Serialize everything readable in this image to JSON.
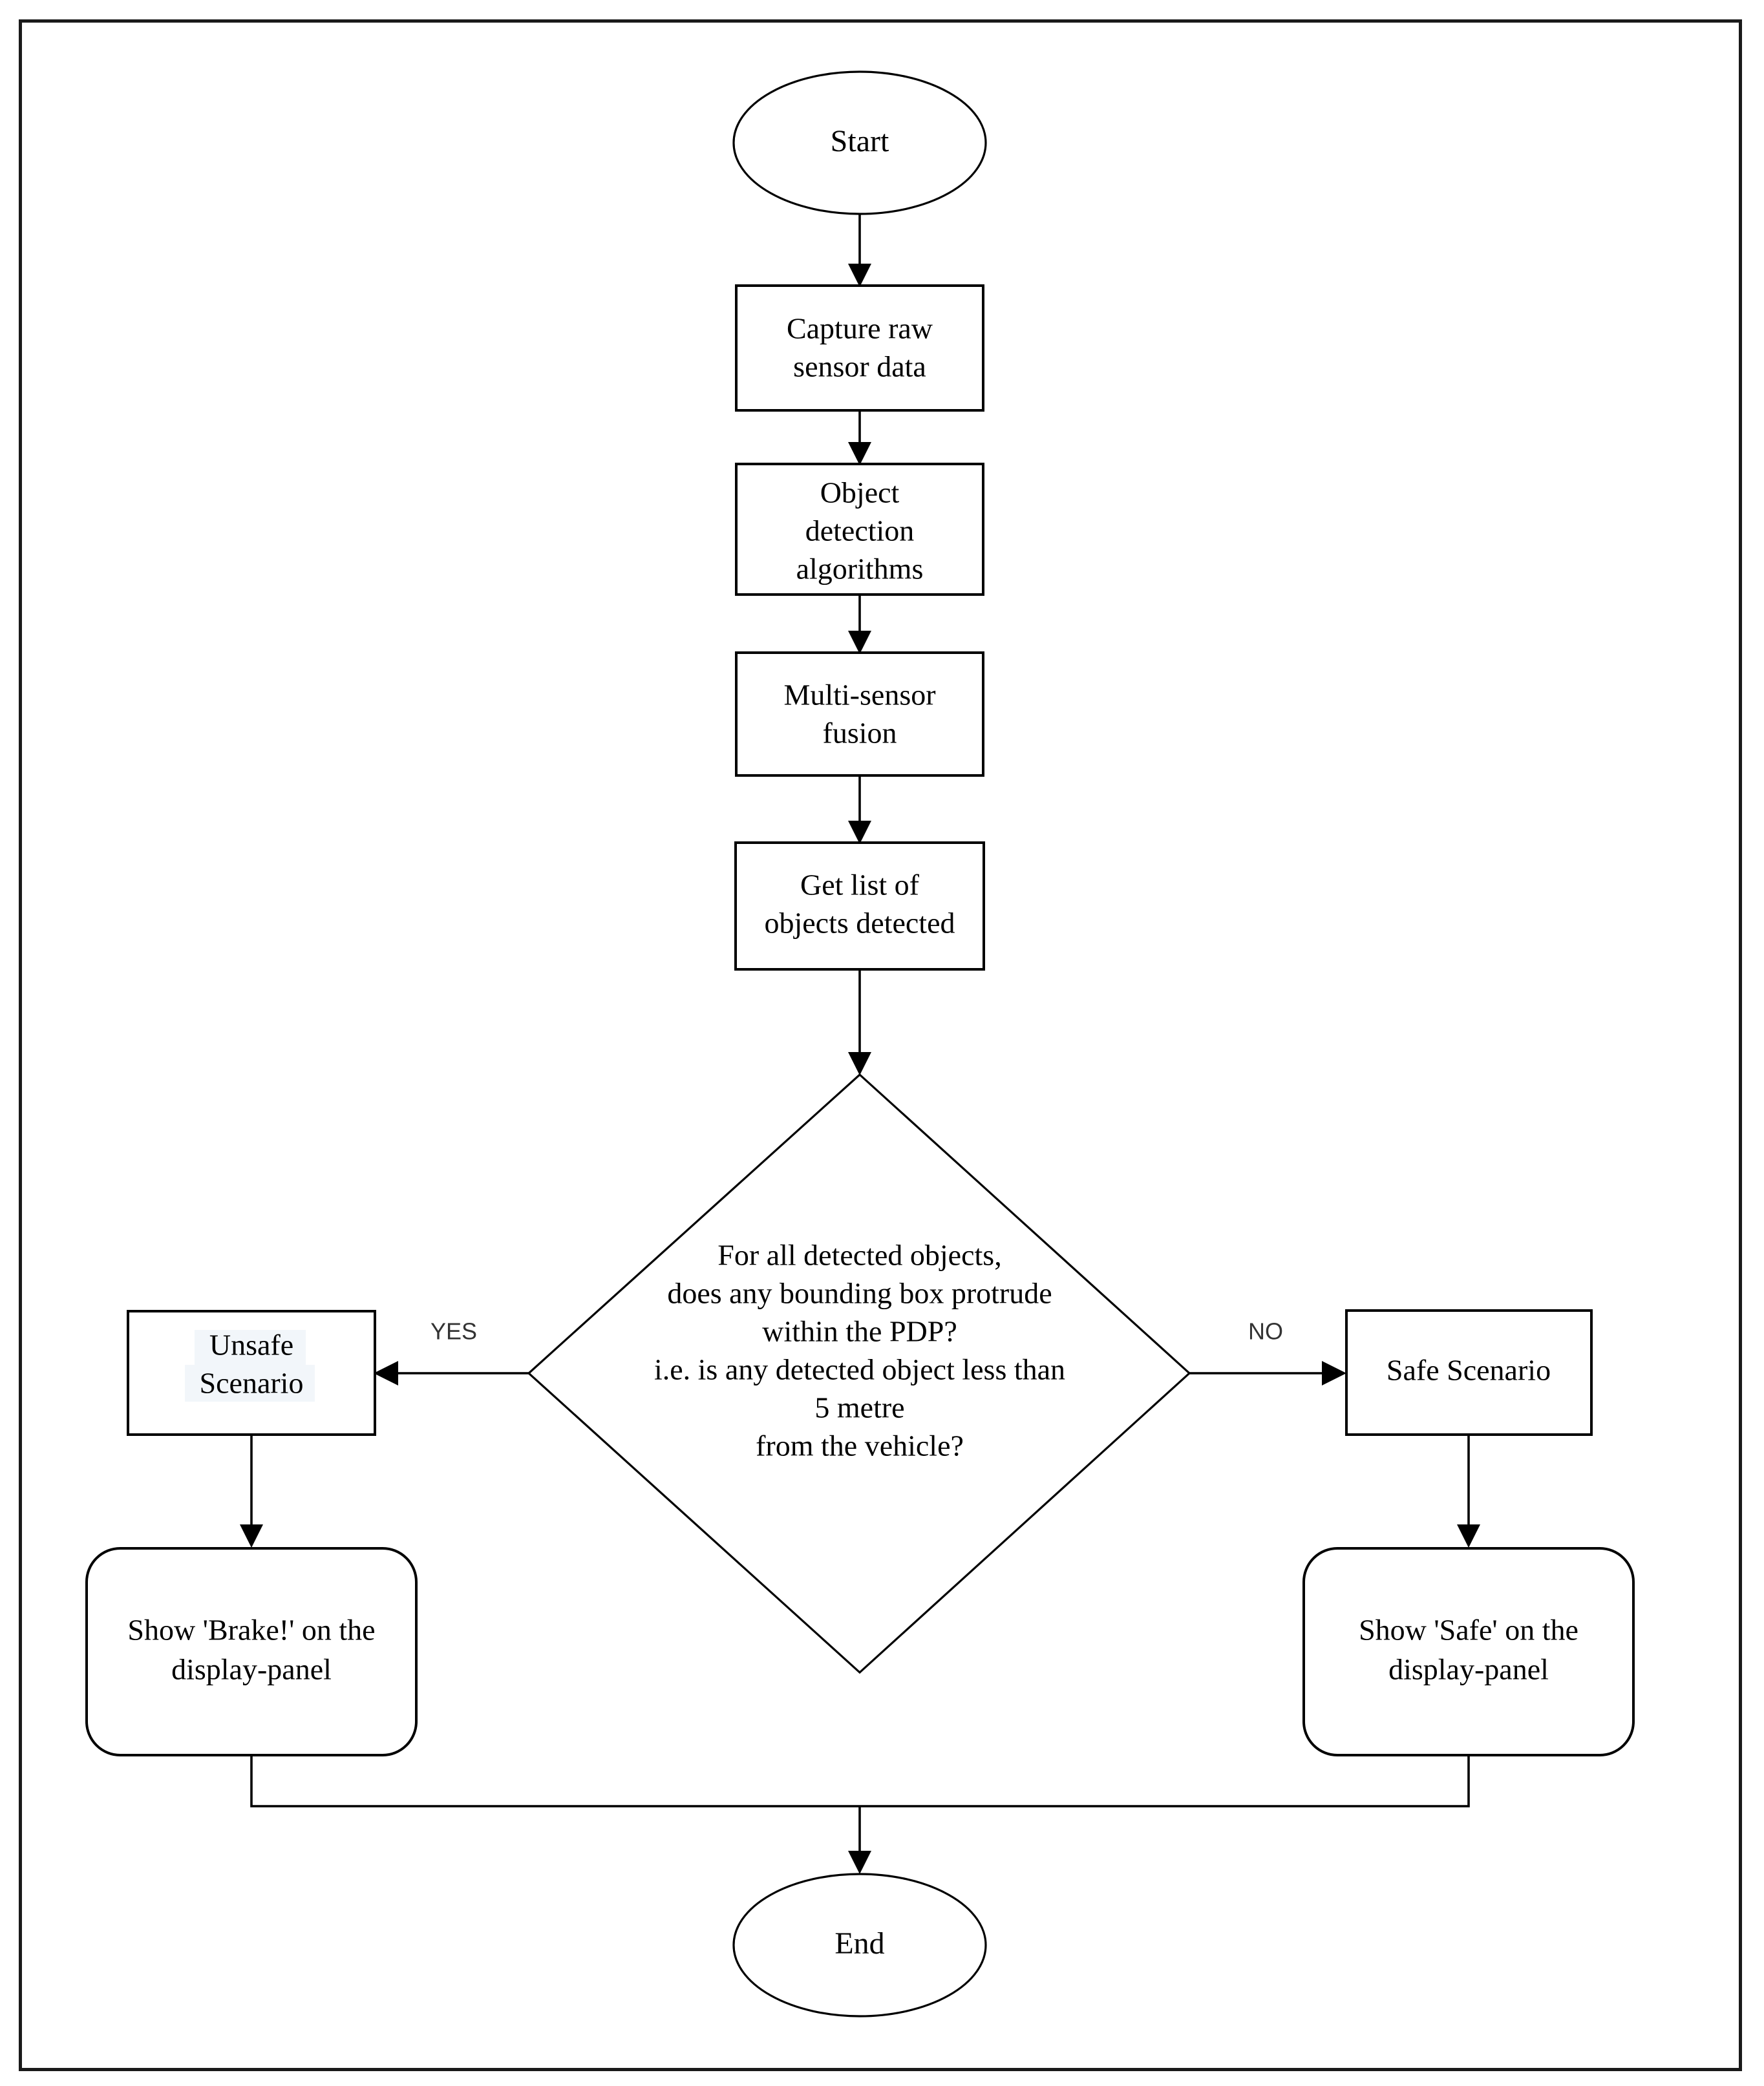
{
  "diagram": {
    "title": "Autonomous vehicle object-detection safety decision flowchart",
    "type": "flowchart",
    "frame": {
      "border_color": "#1a1a1a",
      "background": "#ffffff"
    },
    "nodes": [
      {
        "id": "start",
        "shape": "ellipse",
        "label": "Start",
        "lines": [
          "Start"
        ]
      },
      {
        "id": "capture",
        "shape": "rectangle",
        "label": "Capture raw sensor data",
        "lines": [
          "Capture raw",
          "sensor data"
        ]
      },
      {
        "id": "detect",
        "shape": "rectangle",
        "label": "Object detection algorithms",
        "lines": [
          "Object",
          "detection",
          "algorithms"
        ]
      },
      {
        "id": "fusion",
        "shape": "rectangle",
        "label": "Multi-sensor fusion",
        "lines": [
          "Multi-sensor",
          "fusion"
        ]
      },
      {
        "id": "getlist",
        "shape": "rectangle",
        "label": "Get list of objects detected",
        "lines": [
          "Get list of",
          "objects detected"
        ]
      },
      {
        "id": "decision",
        "shape": "diamond",
        "label": "For all detected objects, does any bounding box protrude within the PDP? i.e. is any detected object less than 5 metre from the vehicle?",
        "lines": [
          "For all detected objects,",
          "does any bounding box protrude",
          "within the PDP?",
          "i.e. is any detected object less than",
          "5 metre",
          "from the vehicle?"
        ]
      },
      {
        "id": "unsafe",
        "shape": "rectangle",
        "label": "Unsafe Scenario",
        "lines": [
          "Unsafe",
          "Scenario"
        ],
        "text_highlight": "#f2f6fa"
      },
      {
        "id": "safe",
        "shape": "rectangle",
        "label": "Safe Scenario",
        "lines": [
          "Safe Scenario"
        ]
      },
      {
        "id": "show_brake",
        "shape": "rounded-rectangle",
        "label": "Show 'Brake!' on the display-panel",
        "lines": [
          "Show 'Brake!' on the",
          "display-panel"
        ]
      },
      {
        "id": "show_safe",
        "shape": "rounded-rectangle",
        "label": "Show 'Safe' on the display-panel",
        "lines": [
          "Show 'Safe' on the",
          "display-panel"
        ]
      },
      {
        "id": "end",
        "shape": "ellipse",
        "label": "End",
        "lines": [
          "End"
        ]
      }
    ],
    "edges": [
      {
        "from": "start",
        "to": "capture",
        "label": ""
      },
      {
        "from": "capture",
        "to": "detect",
        "label": ""
      },
      {
        "from": "detect",
        "to": "fusion",
        "label": ""
      },
      {
        "from": "fusion",
        "to": "getlist",
        "label": ""
      },
      {
        "from": "getlist",
        "to": "decision",
        "label": ""
      },
      {
        "from": "decision",
        "to": "unsafe",
        "label": "YES"
      },
      {
        "from": "decision",
        "to": "safe",
        "label": "NO"
      },
      {
        "from": "unsafe",
        "to": "show_brake",
        "label": ""
      },
      {
        "from": "safe",
        "to": "show_safe",
        "label": ""
      },
      {
        "from": "show_brake",
        "to": "end",
        "label": ""
      },
      {
        "from": "show_safe",
        "to": "end",
        "label": ""
      }
    ],
    "edge_labels": {
      "yes": "YES",
      "no": "NO"
    }
  }
}
